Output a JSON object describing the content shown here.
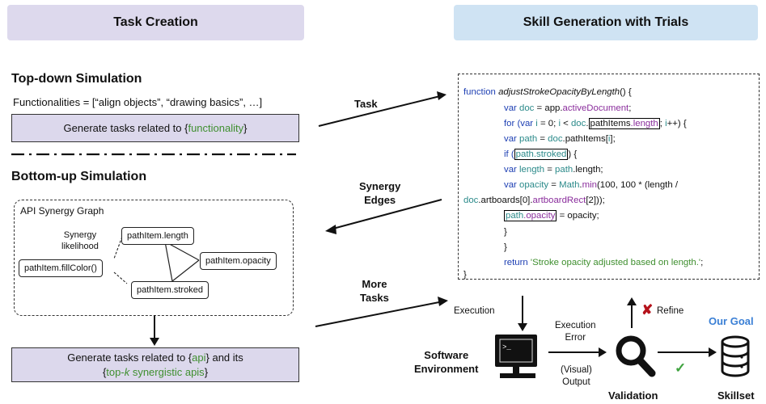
{
  "headers": {
    "left": "Task Creation",
    "right": "Skill Generation with Trials"
  },
  "topdown": {
    "title": "Top-down Simulation",
    "functionalities": "Functionalities = [“align objects”, “drawing basics”, …]",
    "gen_prefix": "Generate tasks related to {",
    "gen_var": "functionality",
    "gen_suffix": "}"
  },
  "bottomup": {
    "title": "Bottom-up Simulation",
    "graph_title": "API Synergy Graph",
    "synergy_label_1": "Synergy",
    "synergy_label_2": "likelihood",
    "nodes": [
      "pathItem.length",
      "pathItem.opacity",
      "pathItem.fillColor()",
      "pathItem.stroked"
    ],
    "gen_line1_prefix": "Generate tasks related to {",
    "gen_line1_var": "api",
    "gen_line1_suffix": "} and its",
    "gen_line2_open": "{",
    "gen_line2_var_a": "top-",
    "gen_line2_var_k": "k",
    "gen_line2_var_b": " synergistic apis",
    "gen_line2_close": "}"
  },
  "arrows": {
    "task": "Task",
    "synergy_1": "Synergy",
    "synergy_2": "Edges",
    "more_1": "More",
    "more_2": "Tasks"
  },
  "code": {
    "l1_kw": "function ",
    "l1_fn": "adjustStrokeOpacityByLength",
    "l1_end": "() {",
    "l2_kw": "var ",
    "l2_var": "doc",
    "l2_eq": " = app.",
    "l2_prop": "activeDocument",
    "l2_end": ";",
    "l3_kw": "for ",
    "l3_a": "(var ",
    "l3_i": "i",
    "l3_b": " = 0; ",
    "l3_i2": "i",
    "l3_c": " < ",
    "l3_doc": "doc",
    "l3_d": ".",
    "l3_hl1": "pathItems",
    "l3_hl2": ".length",
    "l3_e": "; ",
    "l3_i3": "i",
    "l3_f": "++) {",
    "l4_kw": "var ",
    "l4_var": "path",
    "l4_eq": " = ",
    "l4_doc": "doc",
    "l4_a": ".pathItems[",
    "l4_i": "i",
    "l4_b": "];",
    "l5_kw": "if ",
    "l5_a": "(",
    "l5_hl": "path.stroked",
    "l5_b": ") {",
    "l6_kw": "var ",
    "l6_var": "length",
    "l6_eq": " = ",
    "l6_path": "path",
    "l6_a": ".length;",
    "l7_kw": "var ",
    "l7_var": "opacity",
    "l7_eq": " = ",
    "l7_math": "Math",
    "l7_a": ".",
    "l7_min": "min",
    "l7_b": "(100, 100 * (length /",
    "l8_doc": "doc",
    "l8_a": ".artboards[0].",
    "l8_prop": "artboardRect",
    "l8_b": "[2]));",
    "l9_hl_a": "path",
    "l9_hl_b": ".opacity",
    "l9_a": " = opacity;",
    "l10": "}",
    "l11": "}",
    "l12_kw": "return ",
    "l12_str": "'Stroke opacity adjusted based on length.'",
    "l12_end": ";",
    "l13": "}"
  },
  "bottom": {
    "execution": "Execution",
    "software_1": "Software",
    "software_2": "Environment",
    "exec_error_1": "Execution",
    "exec_error_2": "Error",
    "visual_1": "(Visual)",
    "visual_2": "Output",
    "refine": "Refine",
    "validation": "Validation",
    "goal": "Our Goal",
    "skillset": "Skillset"
  },
  "colors": {
    "left_banner": "#ddd9ed",
    "right_banner": "#cfe3f3",
    "gen_box": "#dcd8ec",
    "goal_blue": "#3a7fd5",
    "green": "#3f8f2f",
    "red_x": "#b5121b",
    "check": "#3fa33f"
  },
  "icons": [
    "monitor-icon",
    "magnifier-icon",
    "database-icon",
    "x-mark-icon",
    "check-mark-icon"
  ]
}
